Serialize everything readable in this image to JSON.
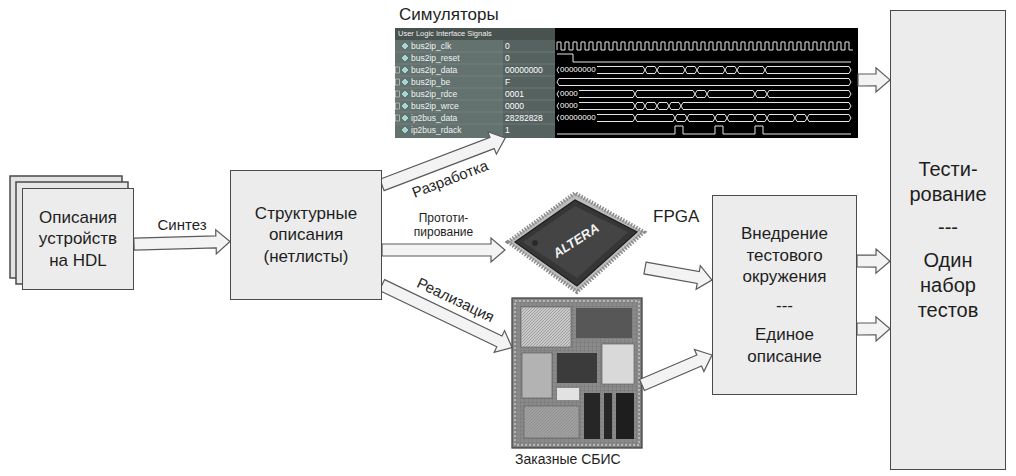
{
  "diagram": {
    "nodes": [
      {
        "text": [
          "Описания устройств на HDL"
        ]
      },
      {
        "text": [
          "Структурные описания (нетлисты)"
        ]
      },
      {
        "text": [
          "Симуляторы"
        ]
      },
      {
        "text": [
          "FPGA"
        ]
      },
      {
        "text": [
          "Заказные СБИС"
        ]
      },
      {
        "text": [
          "Внедрение тестового окружения",
          "---",
          "Единое описание"
        ]
      },
      {
        "text": [
          "Тести- рование",
          "---",
          "Один набор тестов"
        ]
      }
    ],
    "edges": [
      {
        "from": 0,
        "to": 1,
        "label": "Синтез",
        "arrow": "to"
      },
      {
        "from": 1,
        "to": 2,
        "label": "Разработка",
        "arrow": "to"
      },
      {
        "from": 1,
        "to": 3,
        "label": "Прототи- пирование",
        "arrow": "to"
      },
      {
        "from": 1,
        "to": 4,
        "label": "Реализация",
        "arrow": "to"
      },
      {
        "from": 2,
        "to": 6,
        "arrow": "to"
      },
      {
        "from": 3,
        "to": 5,
        "arrow": "to"
      },
      {
        "from": 4,
        "to": 5,
        "arrow": "to"
      },
      {
        "from": 5,
        "to": 6,
        "arrow": "to"
      },
      {
        "from": 5,
        "to": 6,
        "arrow": "to"
      }
    ],
    "labels": [
      "User Logic Interface Signals",
      "bus2ip_clk",
      "0",
      "bus2ip_reset",
      "0",
      "bus2ip_data",
      "00000000",
      "bus2ip_be",
      "F",
      "bus2ip_rdce",
      "0001",
      "bus2ip_wrce",
      "0000",
      "ip2bus_data",
      "28282828",
      "ip2bus_rdack",
      "1",
      "00000000",
      "0000",
      "0000",
      "00000000",
      "ALTERA"
    ]
  }
}
